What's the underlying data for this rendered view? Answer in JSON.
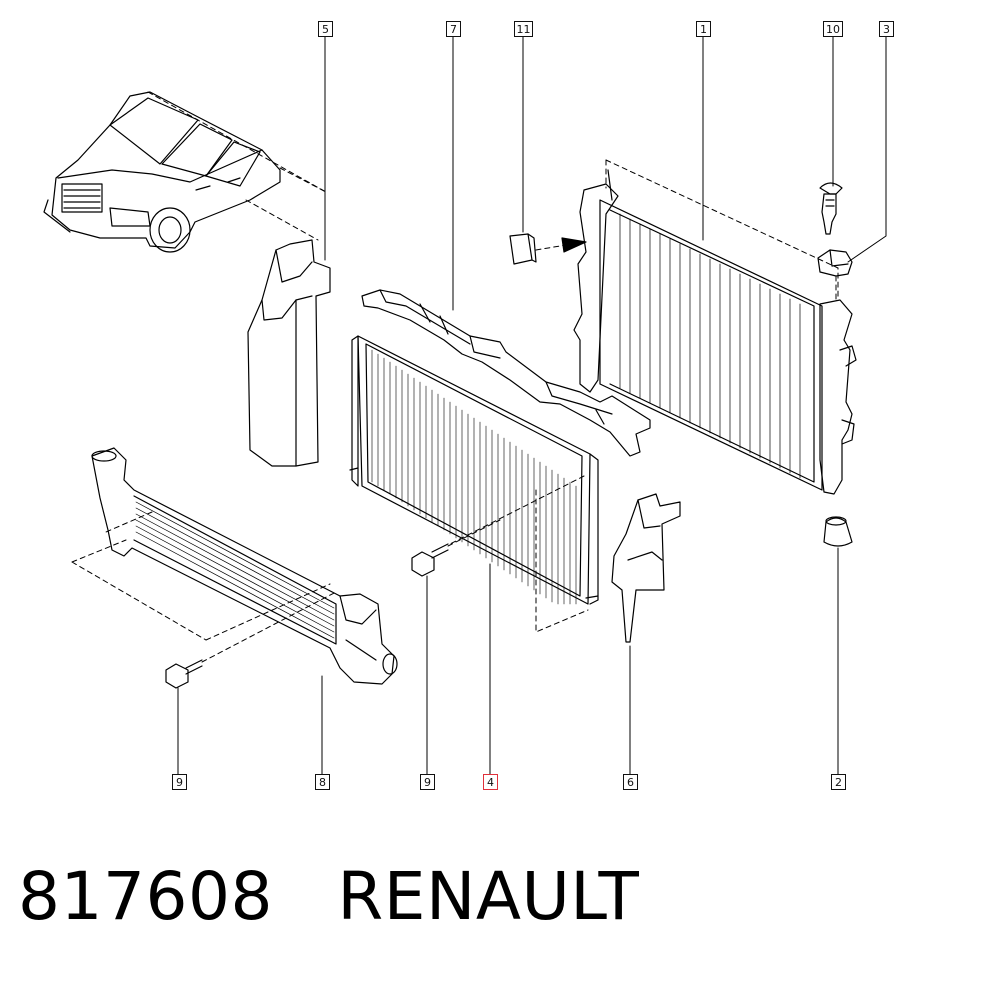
{
  "diagram": {
    "callouts": {
      "c5": "5",
      "c7": "7",
      "c11": "11",
      "c1": "1",
      "c10": "10",
      "c3": "3",
      "c9a": "9",
      "c8": "8",
      "c9b": "9",
      "c4": "4",
      "c6": "6",
      "c2": "2"
    },
    "highlighted_callout": "4",
    "highlight_color": "#e0303a",
    "line_color": "#000000"
  },
  "footer": {
    "part_number": "817608",
    "brand": "RENAULT"
  }
}
